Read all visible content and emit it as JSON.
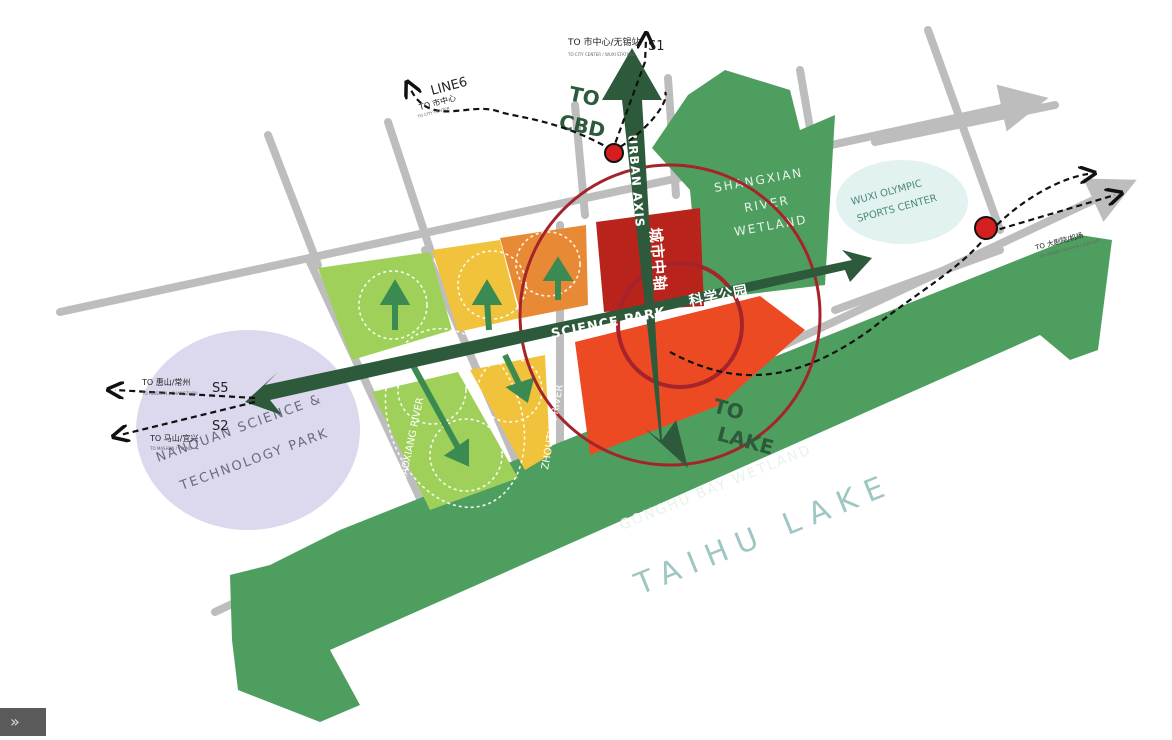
{
  "map": {
    "labels": {
      "to_cbd": "TO CBD",
      "to_cbd_line1": "TO",
      "to_cbd_line2": "CBD",
      "urban_axis": "URBAN AXIS",
      "urban_axis_cn": "城市中轴",
      "science_park": "SCIENCE PARK",
      "science_park_cn": "科学公园",
      "to_lake_line1": "TO",
      "to_lake_line2": "LAKE",
      "shangxian_1": "SHANGXIAN",
      "shangxian_2": "RIVER",
      "shangxian_3": "WETLAND",
      "olympic_1": "WUXI OLYMPIC",
      "olympic_2": "SPORTS CENTER",
      "nanquan_1": "NANQUAN SCIENCE &",
      "nanquan_2": "TECHNOLOGY PARK",
      "gonghu": "GONGHU BAY WETLAND",
      "taihu": "TAIHU LAKE",
      "zhoutian": "ZHOUTIAN RIVER",
      "xiaoxiang": "XIAOXIANG RIVER"
    },
    "transit": {
      "s1_code": "S1",
      "s1_cn": "TO 市中心/无锡站",
      "s1_en": "TO CITY CENTER / WUXI STATION",
      "line6_code": "LINE6",
      "line6_cn": "TO 市中心",
      "line6_en": "TO CITY CENTER",
      "s5_code": "S5",
      "s5_cn": "TO 惠山/常州",
      "s5_en": "TO HUISHAN / CHANGZHOU",
      "s2_code": "S2",
      "s2_cn": "TO 马山/宜兴",
      "s2_en": "TO MASHAN / YIXING",
      "east_cn": "TO 大剧院/机场",
      "east_en": "TO GRAND THEATER / AIRPORT"
    },
    "colors": {
      "wetland_green": "#4e9f5f",
      "axis_green": "#2d5a3b",
      "light_green": "#9fd15a",
      "yellow": "#f1c23b",
      "orange": "#e88a35",
      "red_orange": "#ec4a23",
      "dark_red": "#b8241c",
      "station_red": "#d51f1f",
      "road_gray": "#bdbdbd",
      "lavender": "#dcd8ee",
      "pale_cyan": "#e2f2f0",
      "circle_red": "#a5232a"
    }
  }
}
